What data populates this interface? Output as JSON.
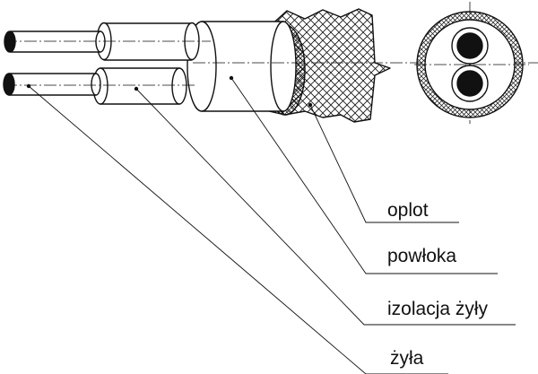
{
  "labels": {
    "braid": "oplot",
    "sheath": "powłoka",
    "insulation": "izolacja żyły",
    "conductor": "żyła"
  },
  "colors": {
    "stroke": "#111111",
    "conductor": "#111111",
    "background": "#ffffff"
  }
}
